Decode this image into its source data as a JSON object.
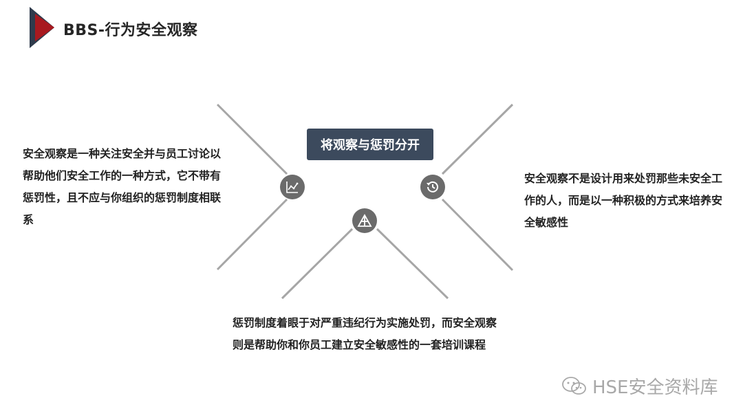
{
  "header": {
    "title": "BBS-行为安全观察"
  },
  "center": {
    "label": "将观察与惩罚分开"
  },
  "points": {
    "left": "安全观察是一种关注安全并与员工讨论以帮助他们安全工作的一种方式，它不带有惩罚性，且不应与你组织的惩罚制度相联系",
    "right": "安全观察不是设计用来处罚那些未安全工作的人，而是以一种积极的方式来培养安全敏感性",
    "bottom": "惩罚制度着眼于对严重违纪行为实施处罚，而安全观察则是帮助你和你员工建立安全敏感性的一套培训课程"
  },
  "icons": {
    "left": "chart-icon",
    "right": "history-icon",
    "bottom": "triangle-icon"
  },
  "watermark": {
    "text": "HSE安全资料库"
  },
  "colors": {
    "accent_red": "#a8191f",
    "dark": "#3c4a5d",
    "icon_bg": "#6b6b6b",
    "line": "#a6a6a6"
  }
}
